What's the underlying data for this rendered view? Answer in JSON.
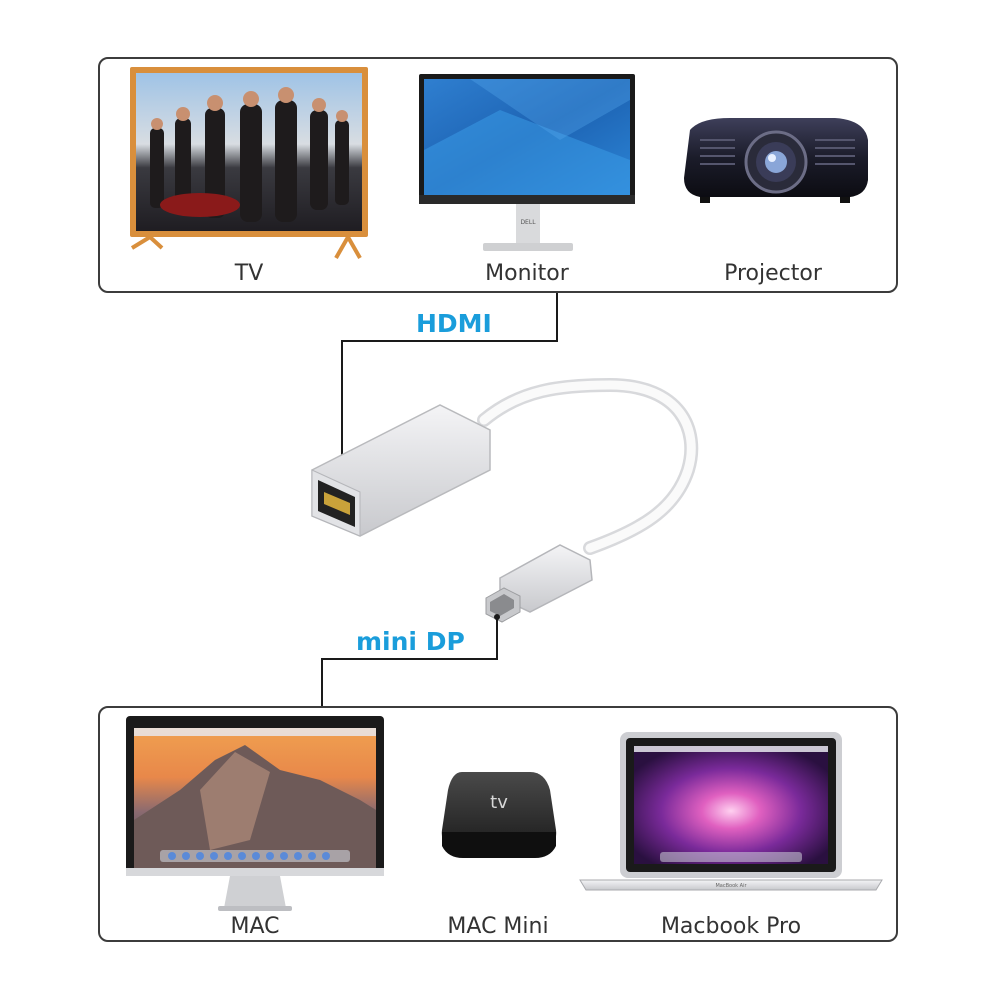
{
  "top_devices": {
    "tv": {
      "label": "TV",
      "icon": "tv-icon"
    },
    "monitor": {
      "label": "Monitor",
      "icon": "monitor-icon"
    },
    "projector": {
      "label": "Projector",
      "icon": "projector-icon"
    }
  },
  "bottom_devices": {
    "mac": {
      "label": "MAC",
      "icon": "imac-icon"
    },
    "mac_mini": {
      "label": "MAC Mini",
      "icon": "apple-tv-icon",
      "badge": "tv"
    },
    "macbook_pro": {
      "label": "Macbook Pro",
      "icon": "laptop-icon",
      "badge": "MacBook Air"
    }
  },
  "connectors": {
    "hdmi": {
      "label": "HDMI"
    },
    "mini_dp": {
      "label": "mini DP"
    }
  },
  "colors": {
    "accent": "#1a9ddb",
    "panel_border": "#3c3c3c",
    "label_text": "#333333"
  }
}
